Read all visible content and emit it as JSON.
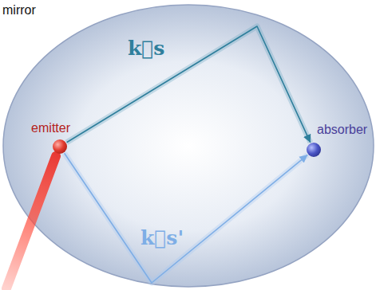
{
  "diagram": {
    "nodes": [
      {
        "text": [
          "emitter"
        ]
      },
      {
        "text": [
          "absorber"
        ]
      }
    ],
    "edges": [
      {
        "from": 0,
        "to": 1,
        "arrow": "to",
        "label": "k⃗s"
      },
      {
        "from": 0,
        "to": 1,
        "arrow": "to",
        "label": "k⃗s'"
      }
    ],
    "labels": [
      "mirror"
    ]
  }
}
